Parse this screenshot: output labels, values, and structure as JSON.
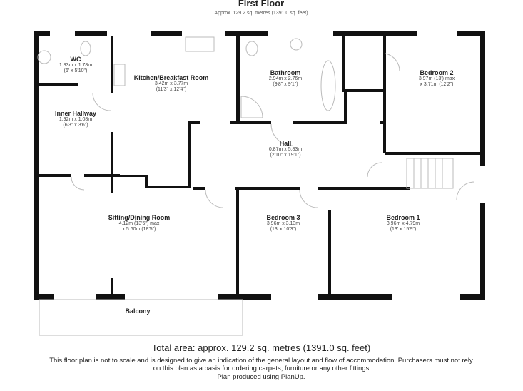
{
  "header": {
    "title": "First Floor",
    "subtitle": "Approx. 129.2 sq. metres (1391.0 sq. feet)"
  },
  "rooms": [
    {
      "name": "WC",
      "dims": [
        "1.83m x 1.78m",
        "(6' x 5'10\")"
      ]
    },
    {
      "name": "Kitchen/Breakfast Room",
      "dims": [
        "3.42m x 3.77m",
        "(11'3\" x 12'4\")"
      ]
    },
    {
      "name": "Bathroom",
      "dims": [
        "2.94m x 2.76m",
        "(9'8\" x 9'1\")"
      ]
    },
    {
      "name": "Bedroom 2",
      "dims": [
        "3.97m (13') max",
        "x 3.71m (12'2\")"
      ]
    },
    {
      "name": "Inner Hallway",
      "dims": [
        "1.92m x 1.08m",
        "(6'3\" x 3'6\")"
      ]
    },
    {
      "name": "Hall",
      "dims": [
        "0.87m x 5.83m",
        "(2'10\" x 19'1\")"
      ]
    },
    {
      "name": "Sitting/Dining Room",
      "dims": [
        "4.12m (13'6\") max",
        "x 5.60m (18'5\")"
      ]
    },
    {
      "name": "Bedroom 3",
      "dims": [
        "3.96m x 3.13m",
        "(13' x 10'3\")"
      ]
    },
    {
      "name": "Bedroom 1",
      "dims": [
        "3.96m x 4.79m",
        "(13' x 15'9\")"
      ]
    },
    {
      "name": "Balcony",
      "dims": []
    }
  ],
  "footer": {
    "total": "Total area: approx. 129.2 sq. metres (1391.0 sq. feet)",
    "disclaimer": [
      "This floor plan is not to scale and is designed to give an indication of the general layout and flow of accommodation. Purchasers must not rely",
      "on this plan as a basis for ordering carpets, furniture or any other fittings",
      "Plan produced using PlanUp."
    ]
  }
}
